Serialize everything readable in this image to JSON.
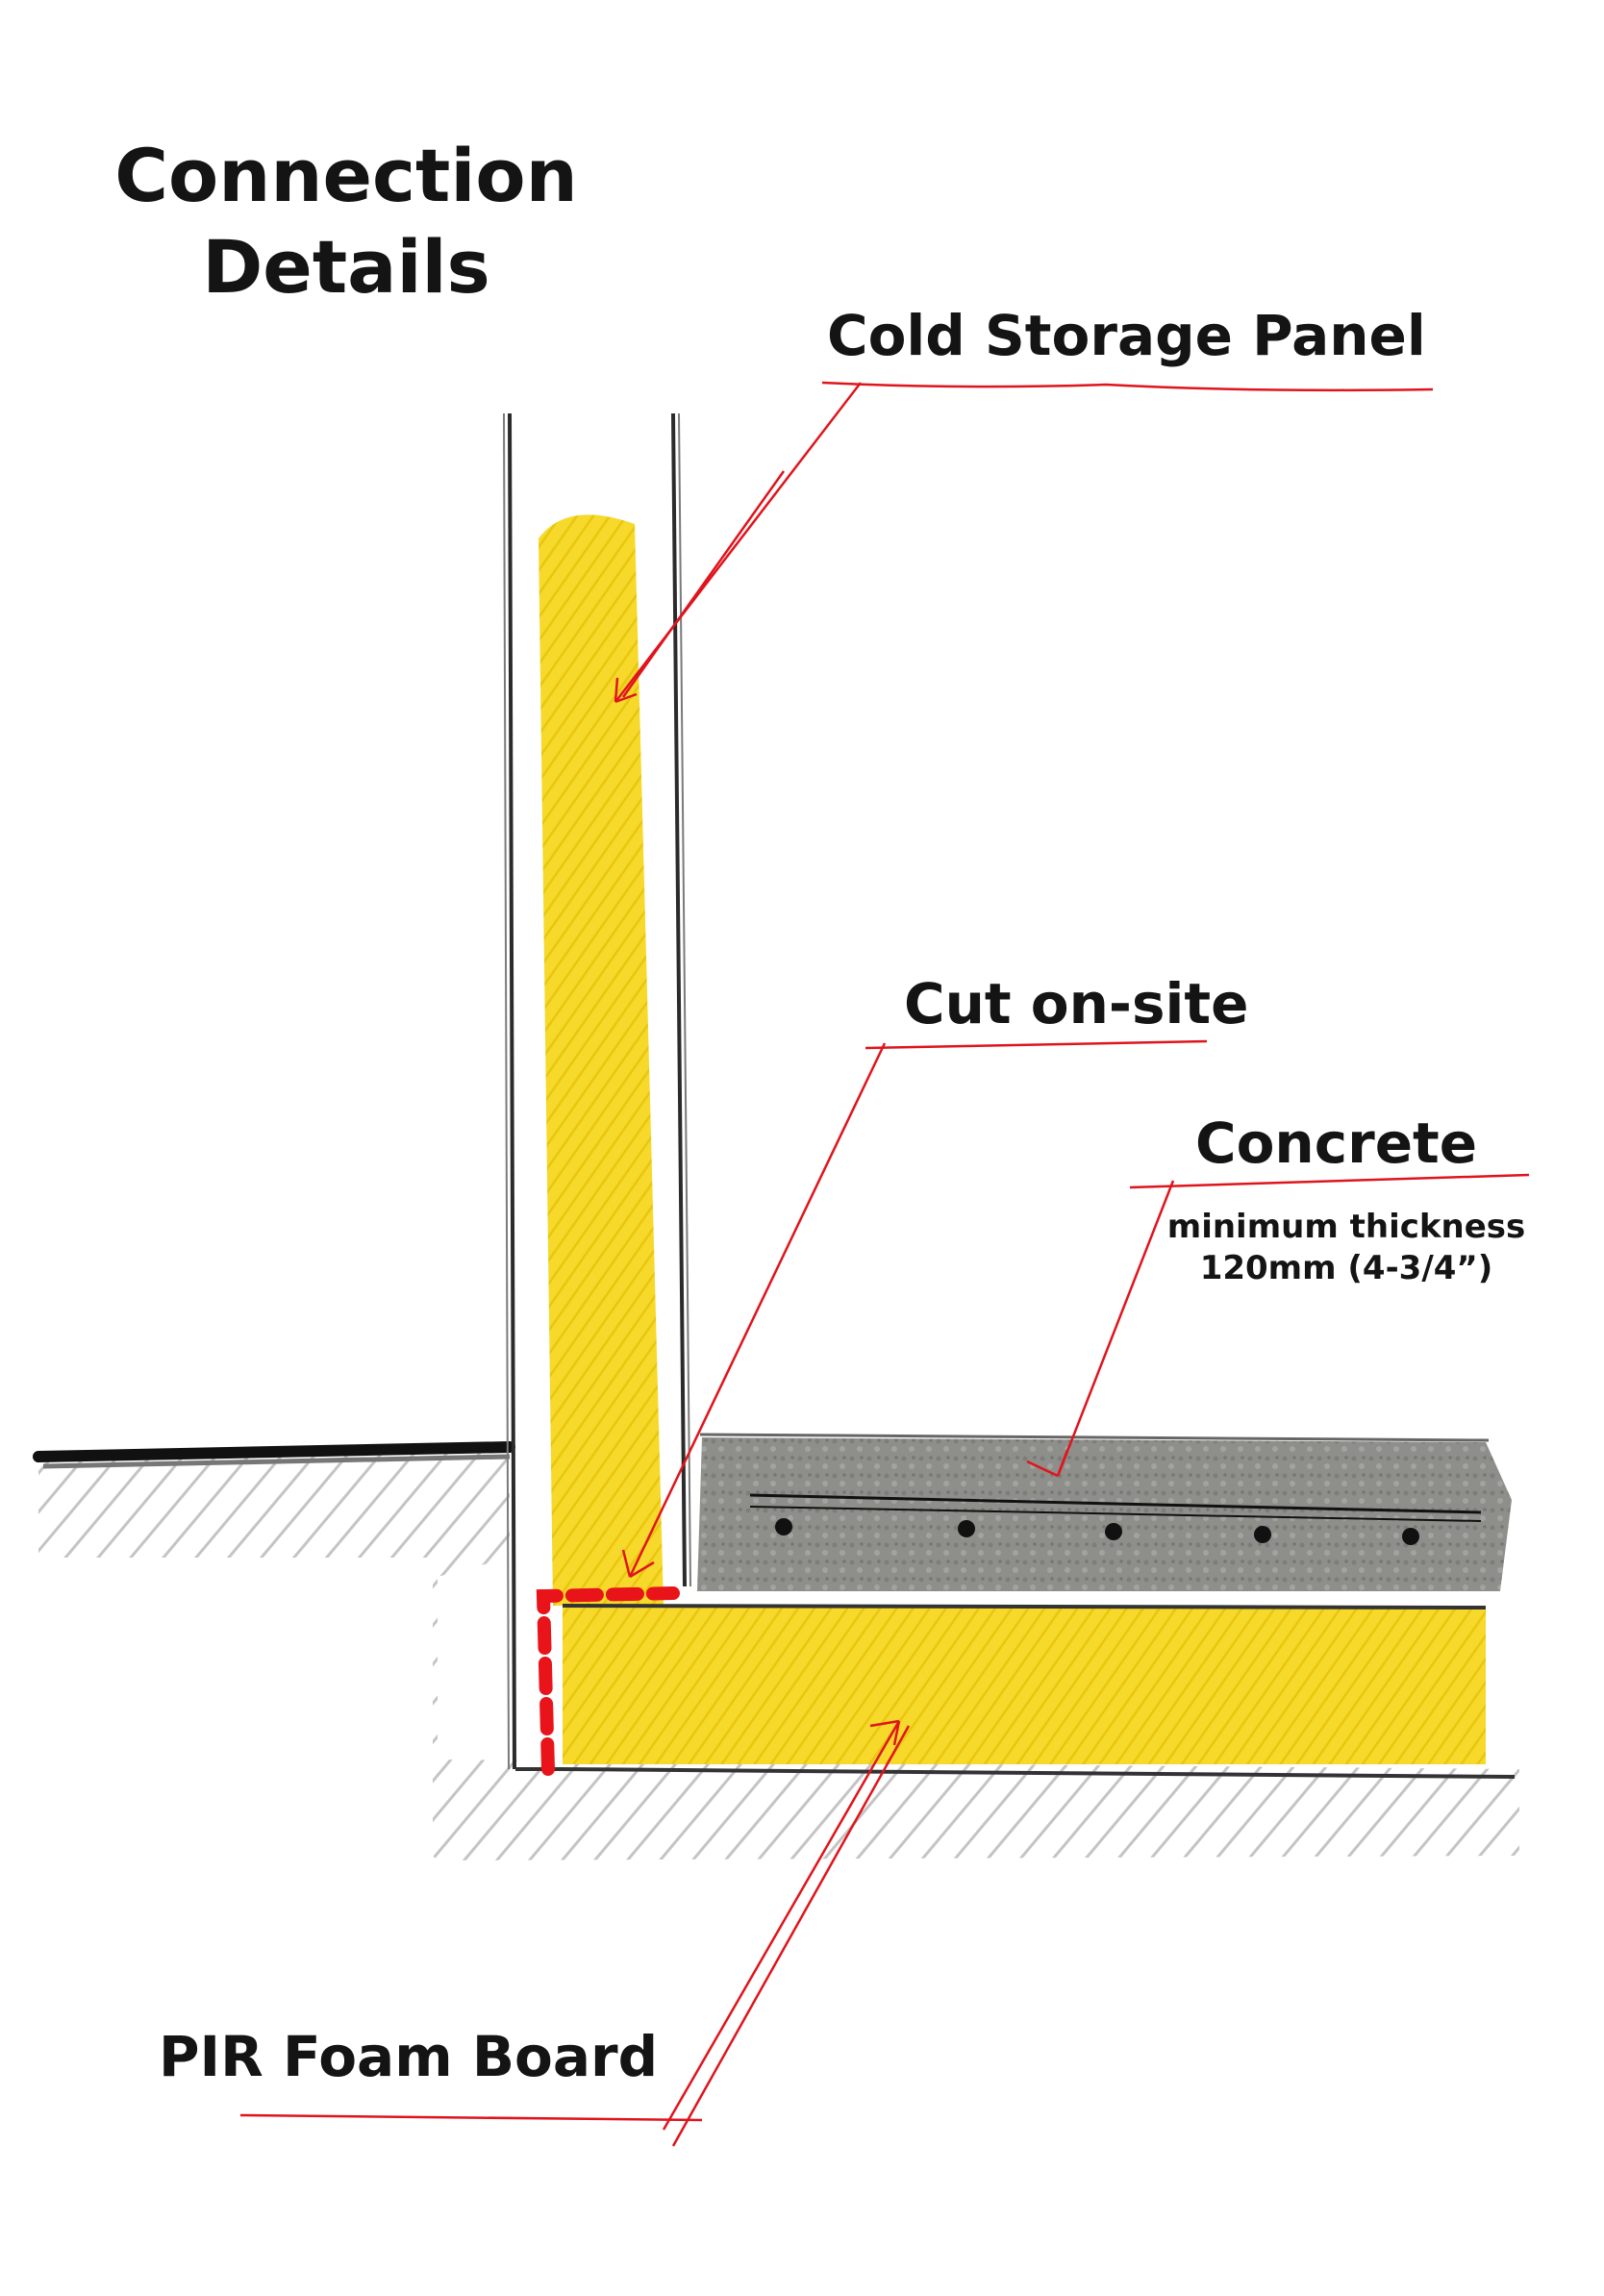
{
  "title": {
    "line1": "Connection",
    "line2": "Details"
  },
  "labels": {
    "cold_storage_panel": "Cold Storage Panel",
    "cut_on_site": "Cut on-site",
    "concrete": "Concrete",
    "concrete_note_line1": "minimum thickness",
    "concrete_note_line2": "120mm (4-3/4”)",
    "pir_foam_board": "PIR Foam Board"
  },
  "colors": {
    "insulation": "#f4d21c",
    "concrete": "#8f8f8b",
    "ground_hatch": "#b8b8b8",
    "leader": "#e0141c",
    "cut_line": "#e8141a",
    "outline": "#2b2b2b"
  }
}
